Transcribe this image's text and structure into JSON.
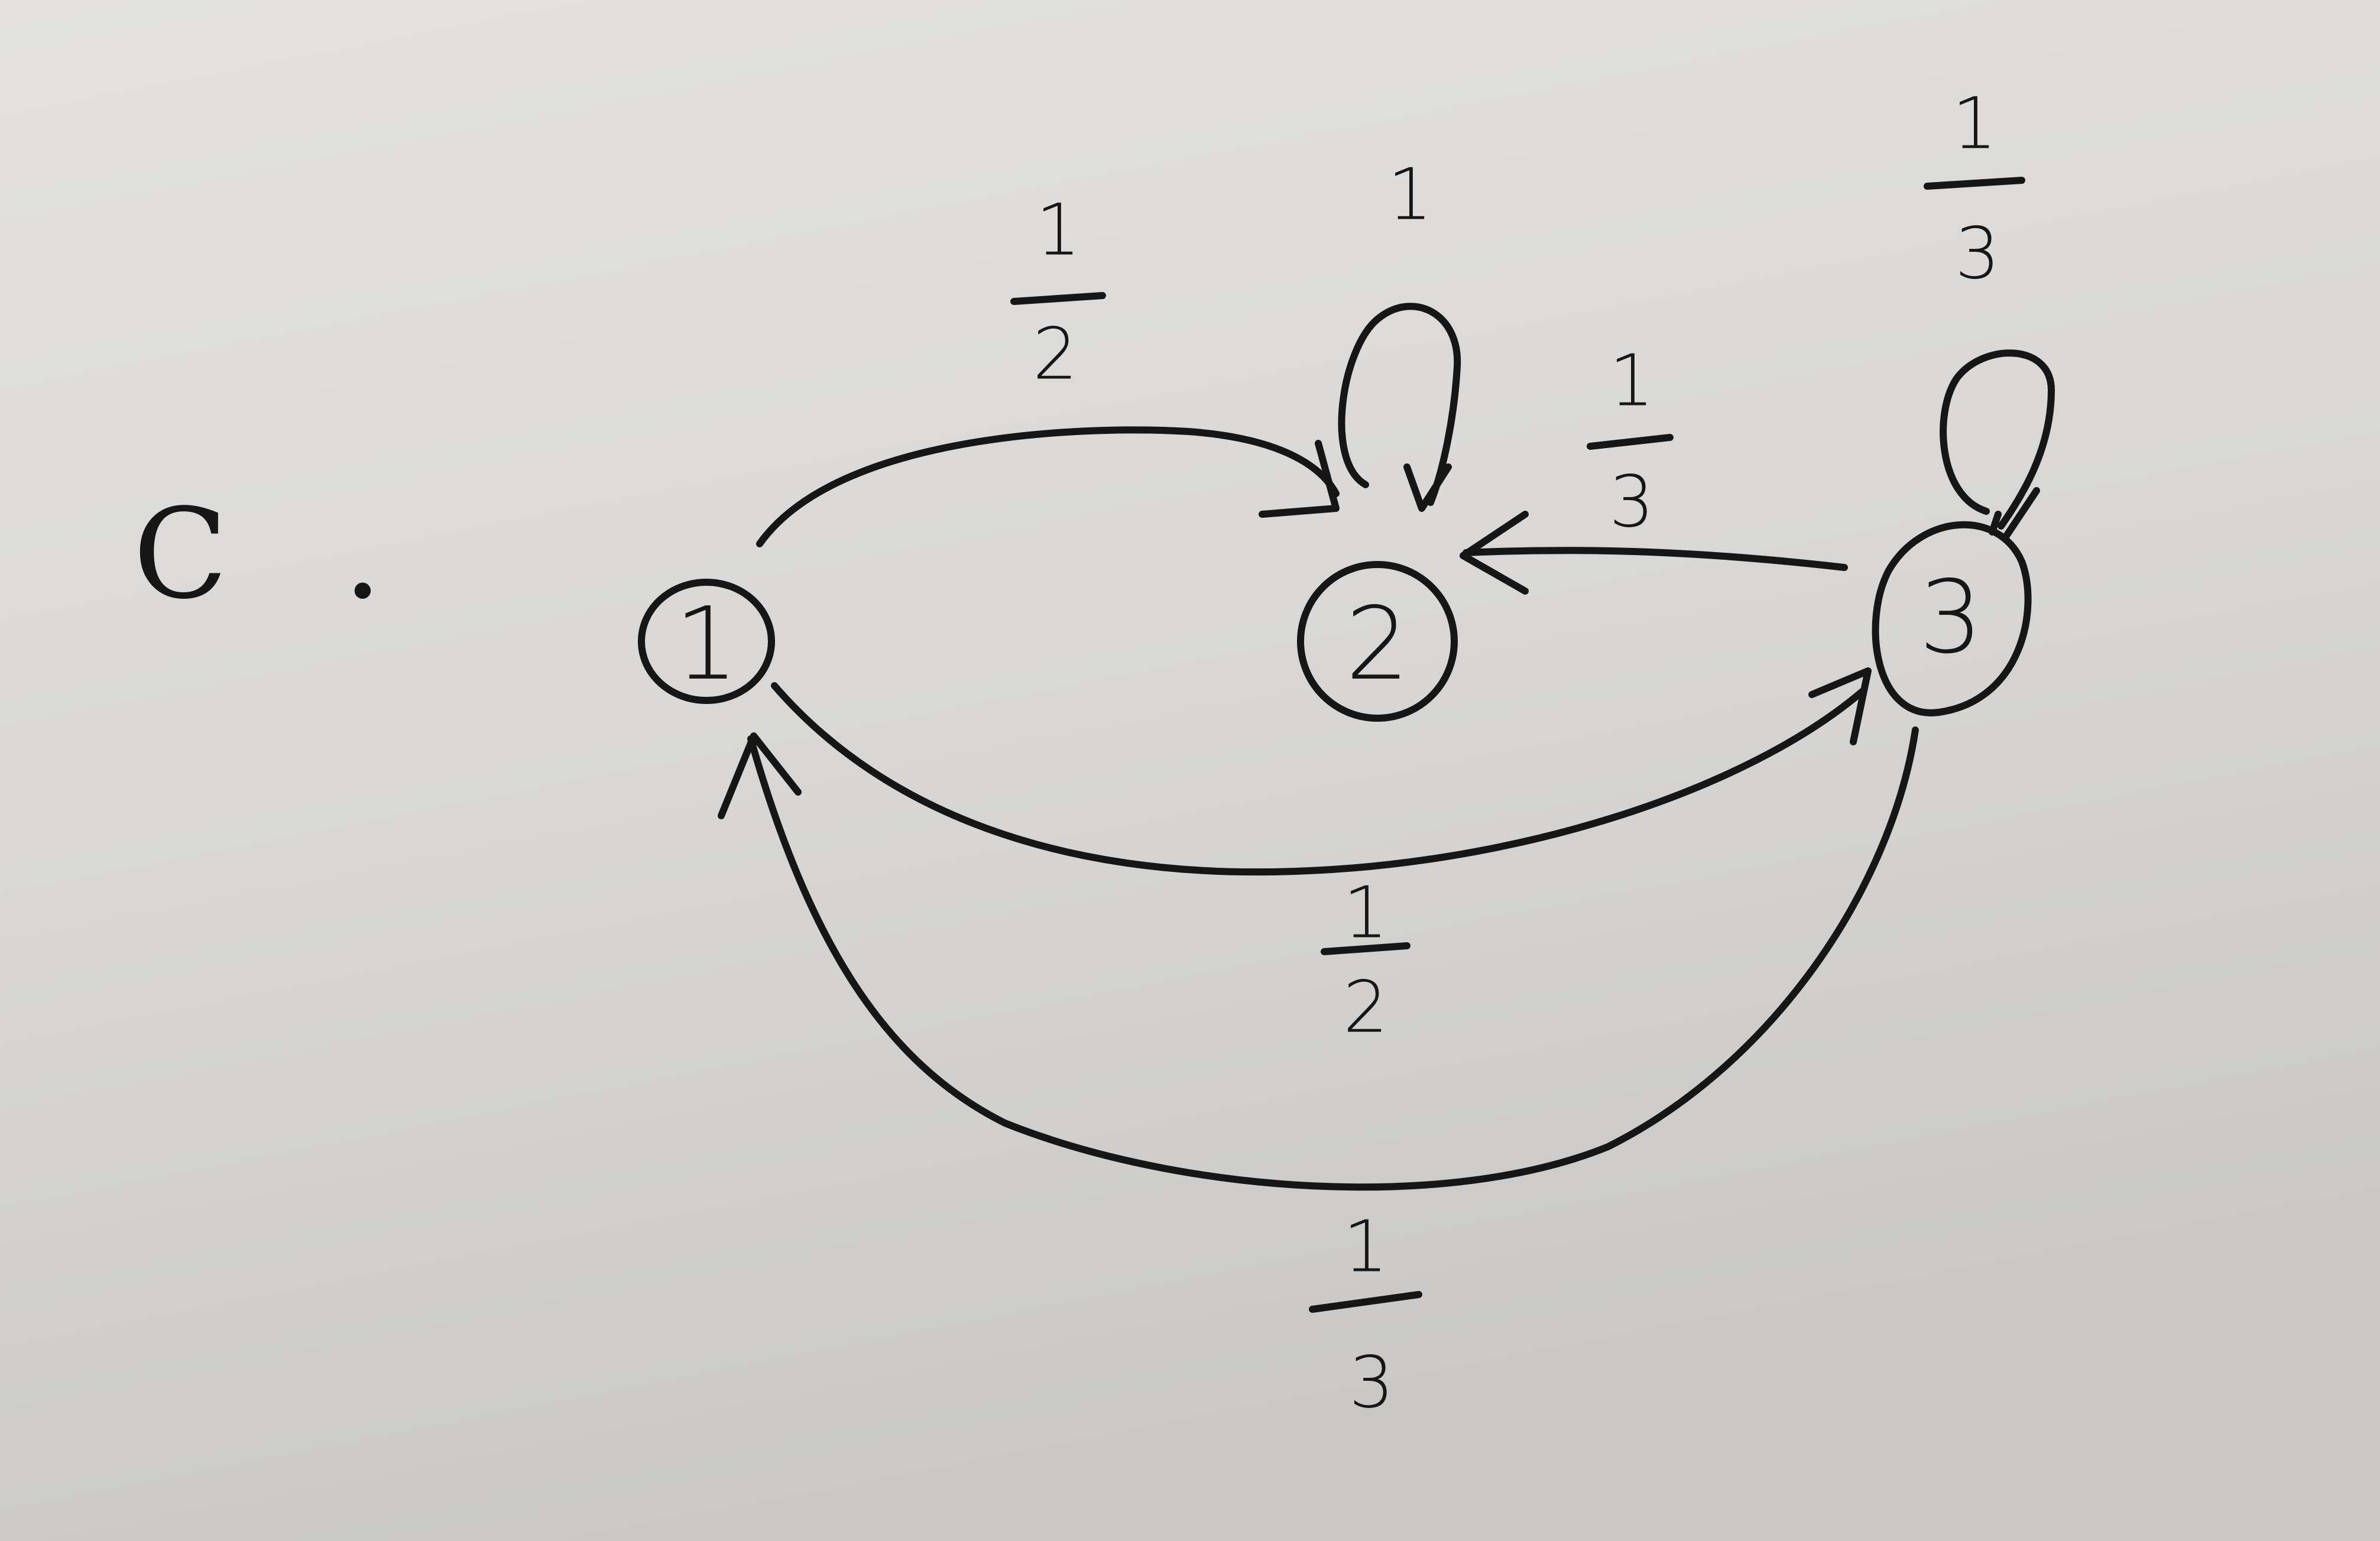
{
  "diagram": {
    "part_label": "C",
    "part_dot": ".",
    "nodes": [
      {
        "id": "1",
        "label": "1"
      },
      {
        "id": "2",
        "label": "2"
      },
      {
        "id": "3",
        "label": "3"
      }
    ],
    "edges": [
      {
        "from": "1",
        "to": "2",
        "numerator": "1",
        "denominator": "2"
      },
      {
        "from": "2",
        "to": "2",
        "numerator": "1",
        "denominator": ""
      },
      {
        "from": "3",
        "to": "2",
        "numerator": "1",
        "denominator": "3"
      },
      {
        "from": "3",
        "to": "3",
        "numerator": "1",
        "denominator": "3"
      },
      {
        "from": "1",
        "to": "3",
        "numerator": "1",
        "denominator": "2"
      },
      {
        "from": "3",
        "to": "1",
        "numerator": "1",
        "denominator": "3"
      }
    ]
  },
  "colors": {
    "paper": "#dcdbd9",
    "ink": "#161616"
  }
}
